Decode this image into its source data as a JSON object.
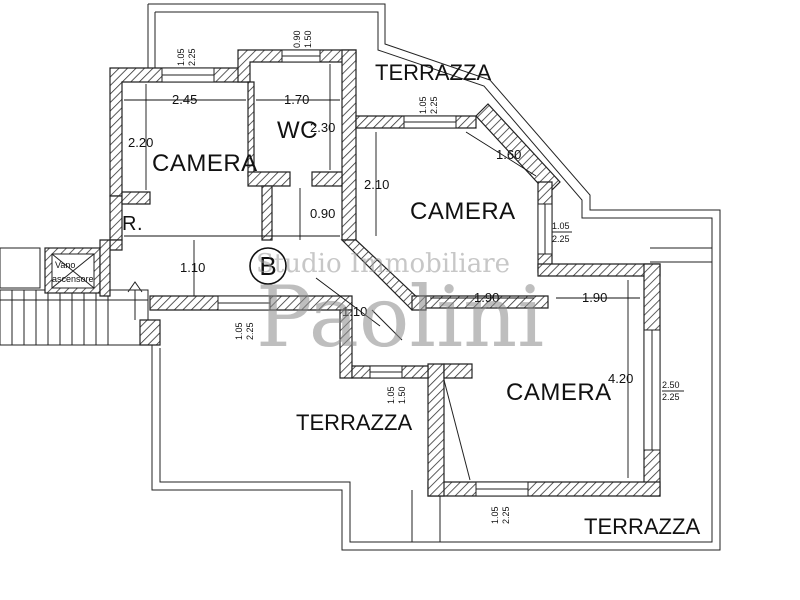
{
  "rooms": {
    "camera_top_left": "CAMERA",
    "wc": "WC",
    "camera_center": "CAMERA",
    "camera_bottom_right": "CAMERA",
    "ripostiglio": "R."
  },
  "terraces": {
    "top": "TERRAZZA",
    "bottom_left": "TERRAZZA",
    "bottom_right": "TERRAZZA"
  },
  "dimensions": {
    "d_245": "2.45",
    "d_220": "2.20",
    "d_170": "1.70",
    "d_230": "2.30",
    "d_090": "0.90",
    "d_210": "2.10",
    "d_160": "1.60",
    "d_110a": "1.10",
    "d_110b": "1.10",
    "d_190a": "1.90",
    "d_190b": "1.90",
    "d_420": "4.20"
  },
  "openings": {
    "w1": [
      "1.05",
      "2.25"
    ],
    "w2": [
      "0.90",
      "1.50"
    ],
    "w3": [
      "1.05",
      "2.25"
    ],
    "w4": [
      "1.05",
      "2.25"
    ],
    "w5": [
      "1.05",
      "2.25"
    ],
    "w6": [
      "1.05",
      "1.50"
    ],
    "w7": [
      "2.50",
      "2.25"
    ],
    "w8": [
      "1.05",
      "2.25"
    ]
  },
  "labels": {
    "unit_letter": "B",
    "void_label": "Vano",
    "void_label2": "ascensore"
  },
  "watermark": {
    "line1": "Studio Immobiliare",
    "line2": "Paolini"
  }
}
